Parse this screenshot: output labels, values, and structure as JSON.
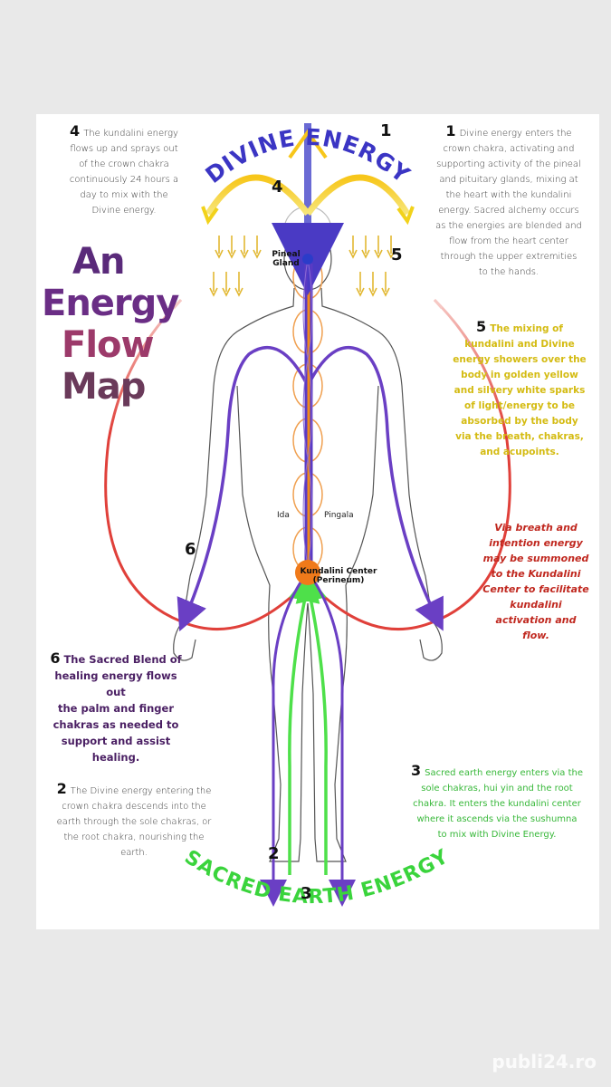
{
  "title": {
    "line1": "An",
    "line2": "Energy",
    "line3": "Flow",
    "line4": "Map",
    "colors": [
      "#5a2a7a",
      "#6a2d85",
      "#9c3a6a",
      "#6a3a5a"
    ]
  },
  "arcs": {
    "divine": "DIVINE ENERGY",
    "earth": "SACRED EARTH ENERGY"
  },
  "labels": {
    "pineal": [
      "Pineal",
      "Gland"
    ],
    "ida": "Ida",
    "pingala": "Pingala",
    "kundalini": [
      "Kundalini Center",
      "(Perineum)"
    ]
  },
  "markers": {
    "m1": "1",
    "m2": "2",
    "m3": "3",
    "m4": "4",
    "m5": "5",
    "m6": "6"
  },
  "notes": {
    "n4": {
      "num": "4",
      "lines": [
        "The kundalini energy",
        "flows up and sprays out",
        "of the crown chakra",
        "continuously 24 hours a",
        "day to mix with the",
        "Divine energy."
      ]
    },
    "n1": {
      "num": "1",
      "lines": [
        "Divine energy enters the",
        "crown chakra, activating and",
        "supporting activity of the pineal",
        "and pituitary glands, mixing at",
        "the heart with the kundalini",
        "energy. Sacred alchemy occurs",
        "as the energies are blended and",
        "flow from the heart center",
        "through the upper extremities",
        "to the hands."
      ]
    },
    "n5": {
      "num": "5",
      "lines": [
        "The mixing of",
        "kundalini and Divine",
        "energy showers over the",
        "body in golden yellow",
        "and silvery white sparks",
        "of light/energy to be",
        "absorbed by the body",
        "via the breath, chakras,",
        "and acupoints."
      ]
    },
    "breath": {
      "lines": [
        "Via breath and",
        "intention energy",
        "may be summoned",
        "to the Kundalini",
        "Center to facilitate",
        "kundalini",
        "activation and",
        "flow."
      ]
    },
    "n6": {
      "num": "6",
      "lines": [
        "The Sacred Blend of",
        "healing energy flows out",
        "the palm and finger",
        "chakras as needed to",
        "support and assist",
        "healing."
      ]
    },
    "n2": {
      "num": "2",
      "lines": [
        "The Divine energy entering the",
        "crown chakra descends into the",
        "earth through the sole chakras, or",
        "the root chakra, nourishing the",
        "earth."
      ]
    },
    "n3": {
      "num": "3",
      "lines": [
        "Sacred earth energy enters via the",
        "sole chakras, hui yin and the root",
        "chakra. It enters the kundalini center",
        "where it ascends via the sushumna",
        "to mix with Divine Energy."
      ]
    }
  },
  "watermark": "publi24.ro",
  "colors": {
    "purple": "#6a3fc4",
    "red": "#e0403a",
    "green": "#4ee04a",
    "yellow": "#f2d21a",
    "orange": "#f08a1a",
    "divine_blue": "#2b3cc9",
    "earth_green": "#3ad43c"
  }
}
